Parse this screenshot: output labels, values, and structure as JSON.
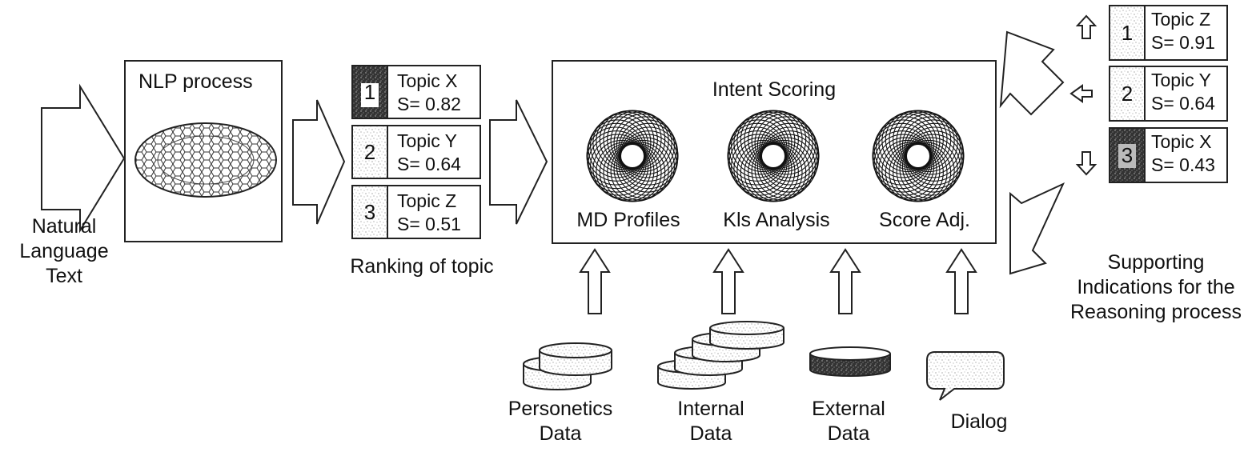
{
  "input": {
    "label_lines": [
      "Natural",
      "Language",
      "Text"
    ]
  },
  "nlp": {
    "title": "NLP process"
  },
  "ranking": {
    "caption": "Ranking of topic",
    "items": [
      {
        "rank": "1",
        "topic": "Topic X",
        "score": "S= 0.82"
      },
      {
        "rank": "2",
        "topic": "Topic Y",
        "score": "S= 0.64"
      },
      {
        "rank": "3",
        "topic": "Topic Z",
        "score": "S= 0.51"
      }
    ]
  },
  "intent_scoring": {
    "title": "Intent Scoring",
    "modules": [
      "MD Profiles",
      "Kls Analysis",
      "Score Adj."
    ]
  },
  "sources": [
    {
      "lines": [
        "Personetics",
        "Data"
      ],
      "icon": "stacked-database-icon"
    },
    {
      "lines": [
        "Internal",
        "Data"
      ],
      "icon": "stacked-database-icon"
    },
    {
      "lines": [
        "External",
        "Data"
      ],
      "icon": "database-icon"
    },
    {
      "lines": [
        "Dialog"
      ],
      "icon": "speech-bubble-icon"
    }
  ],
  "output": {
    "items": [
      {
        "rank": "1",
        "topic": "Topic Z",
        "score": "S= 0.91",
        "trend": "up"
      },
      {
        "rank": "2",
        "topic": "Topic Y",
        "score": "S= 0.64",
        "trend": "left"
      },
      {
        "rank": "3",
        "topic": "Topic X",
        "score": "S= 0.43",
        "trend": "down"
      }
    ],
    "caption_lines": [
      "Supporting",
      "Indications for  the",
      "Reasoning process"
    ]
  }
}
